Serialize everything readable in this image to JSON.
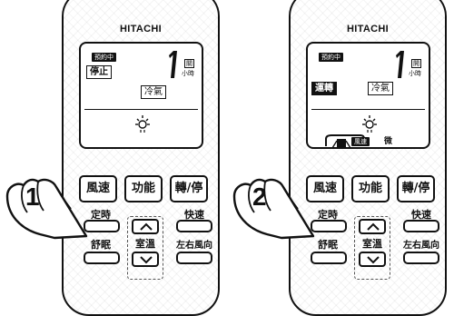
{
  "brand": "HITACHI",
  "panels": [
    {
      "step": "1",
      "timer_badge": "預約中",
      "status": "停止",
      "status_inverted": false,
      "hours_digit": "1",
      "hours_unit_box": "關",
      "hours_unit": "小時",
      "mode": "冷氣",
      "show_fan": false
    },
    {
      "step": "2",
      "timer_badge": "預約中",
      "status": "運轉",
      "status_inverted": true,
      "hours_digit": "1",
      "hours_unit_box": "開",
      "hours_unit": "小時",
      "mode": "冷氣",
      "show_fan": true,
      "fan_label": "風速",
      "fan_level": "微"
    }
  ],
  "buttons": {
    "fan_speed": "風速",
    "function": "功能",
    "run_stop": "轉/停",
    "timer": "定時",
    "fast": "快速",
    "sleep": "舒眠",
    "room_temp": "室溫",
    "swing": "左右風向"
  }
}
